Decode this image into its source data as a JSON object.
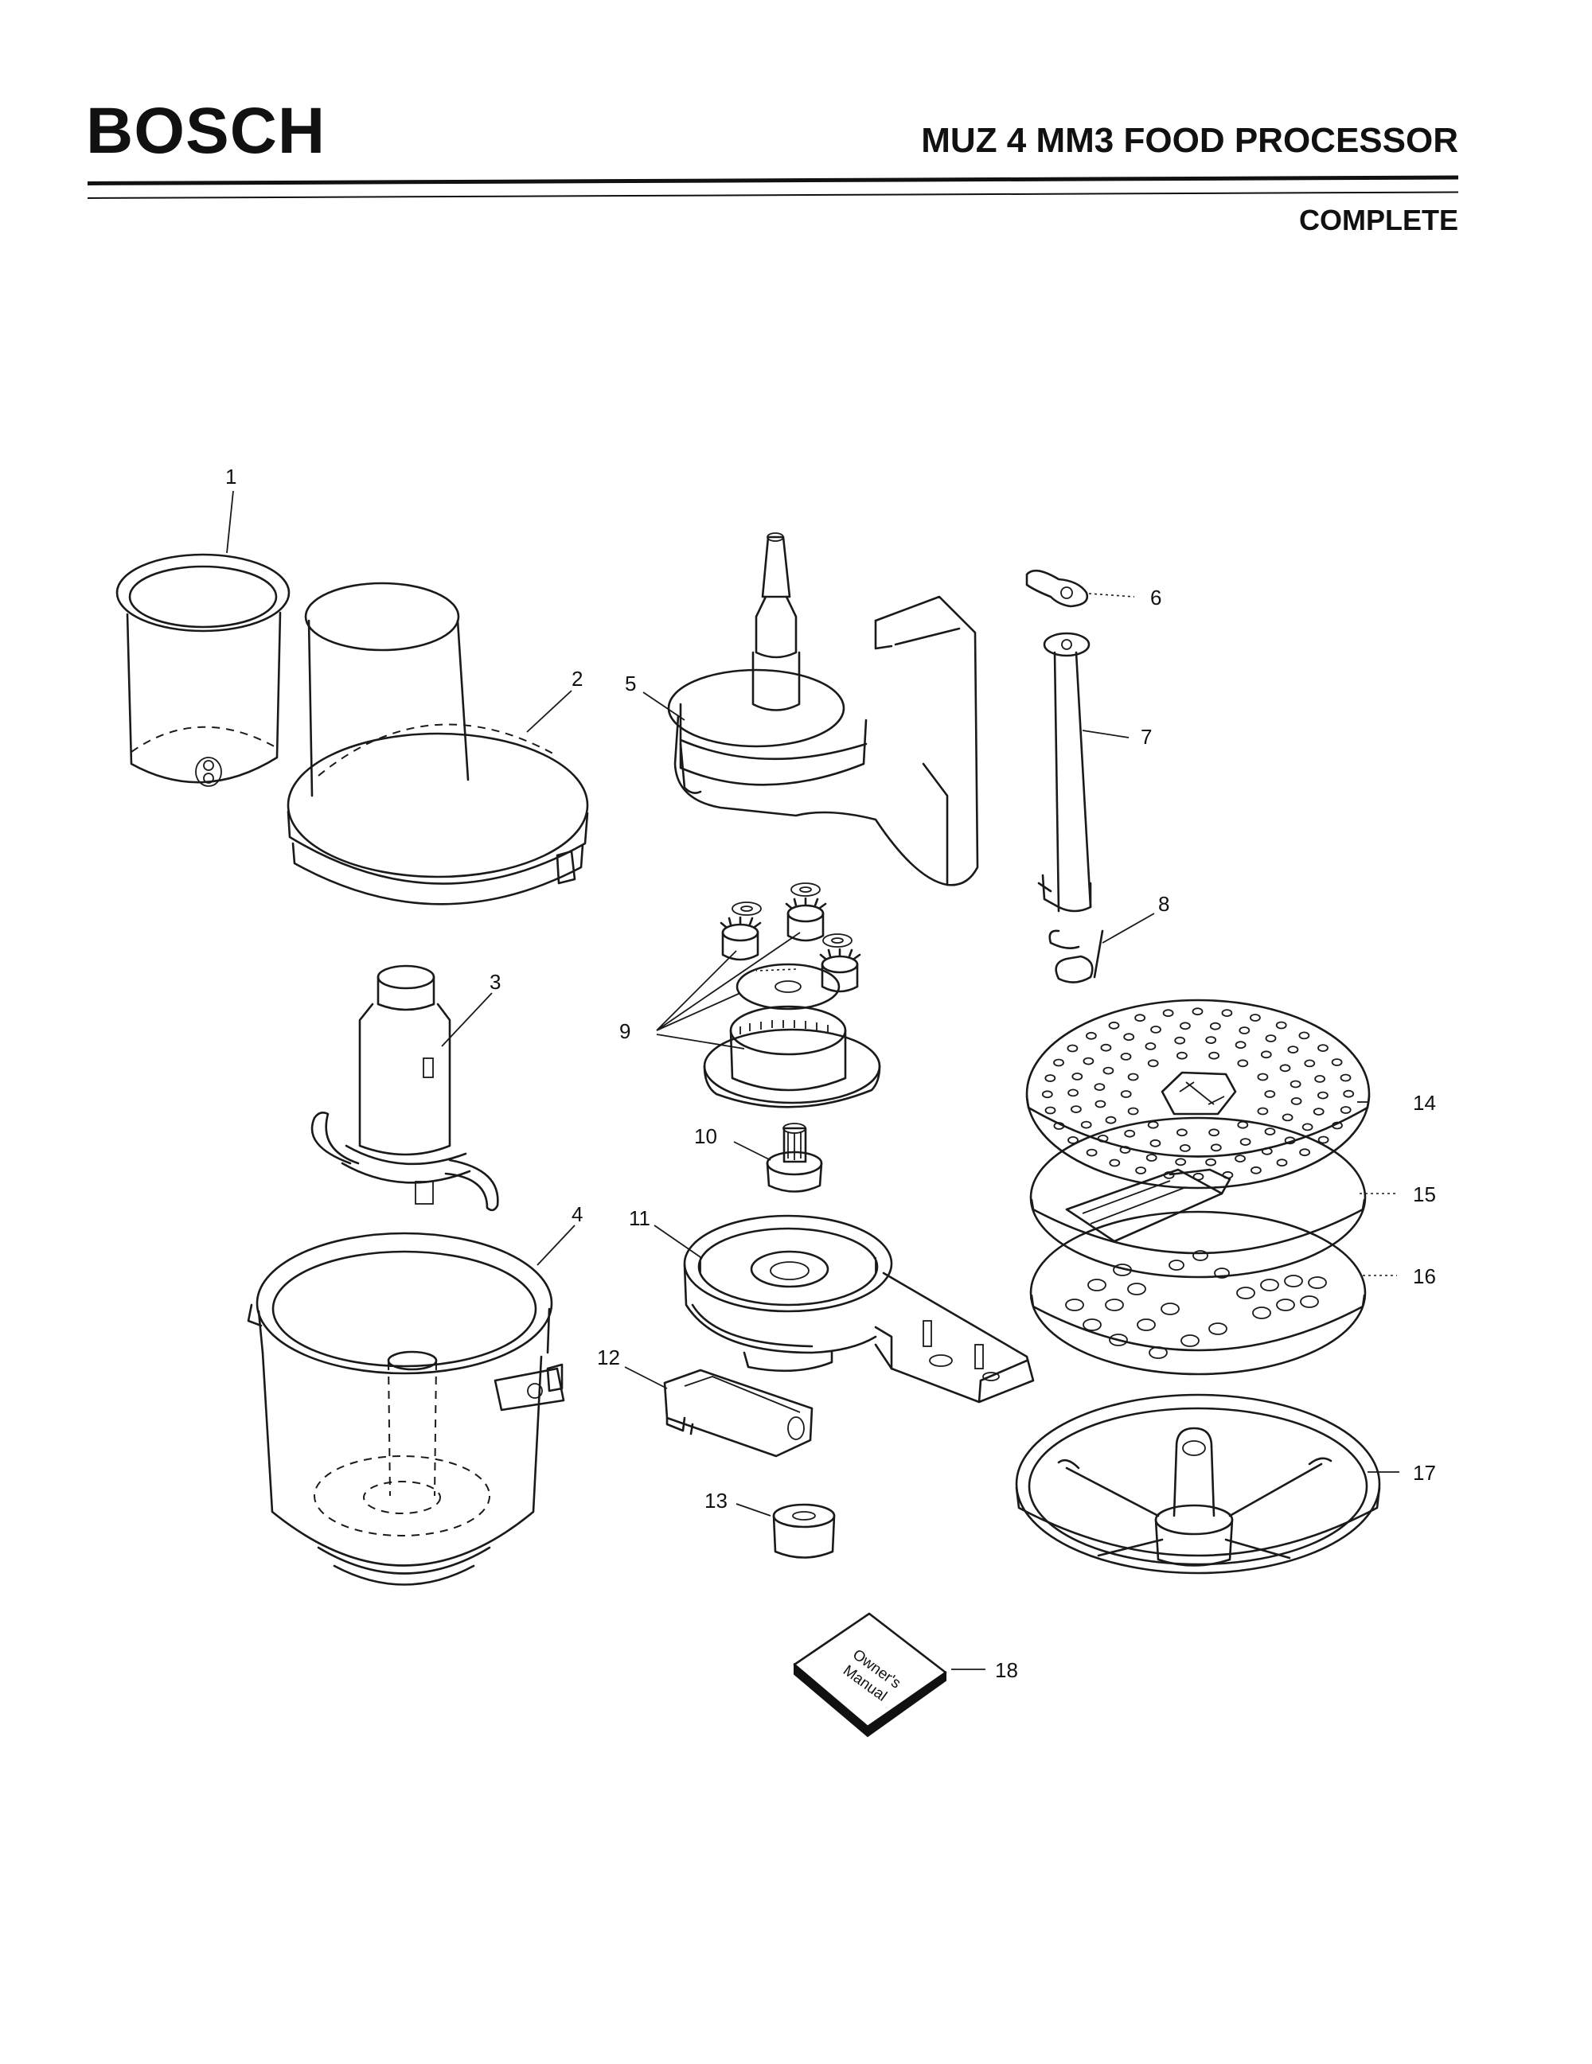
{
  "header": {
    "brand": "BOSCH",
    "model_title": "MUZ 4 MM3 FOOD PROCESSOR",
    "subtitle": "COMPLETE"
  },
  "callouts": [
    "1",
    "2",
    "3",
    "4",
    "5",
    "6",
    "7",
    "8",
    "9",
    "10",
    "11",
    "12",
    "13",
    "14",
    "15",
    "16",
    "17",
    "18"
  ],
  "manual_label": [
    "Owner's",
    "Manual"
  ]
}
